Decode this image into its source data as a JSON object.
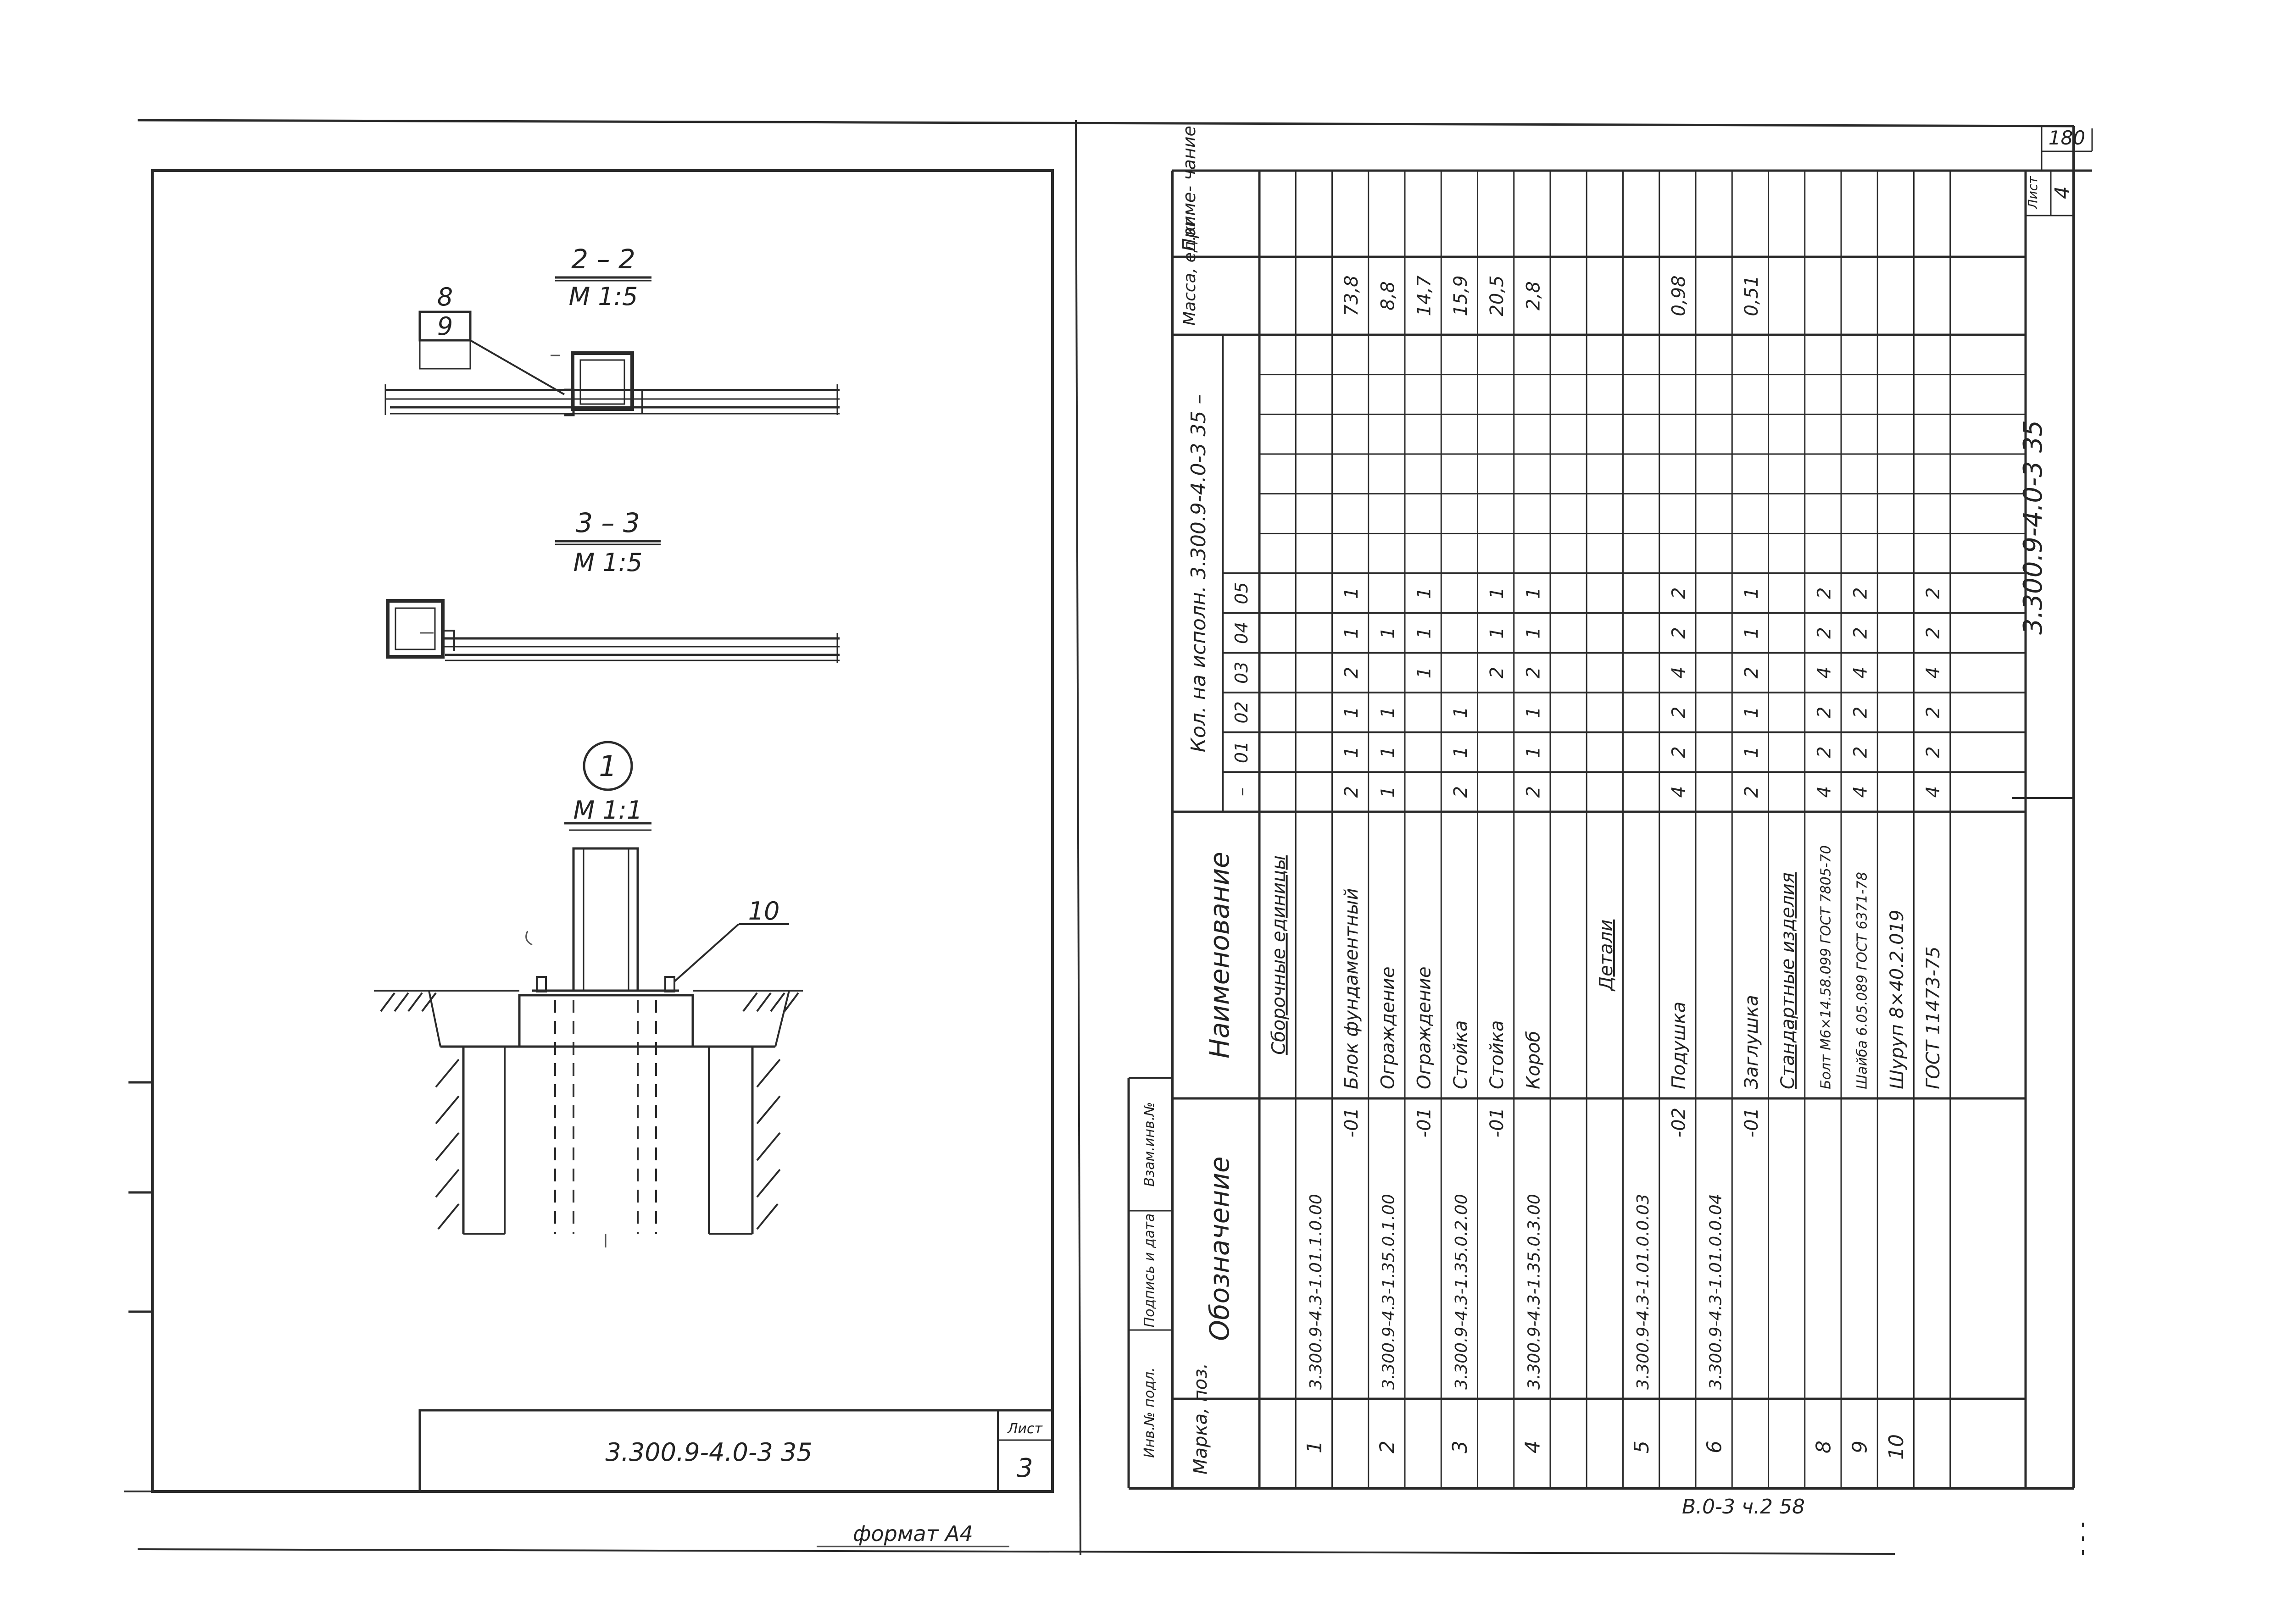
{
  "sheet_corner": "180",
  "left_sheet": {
    "code": "3.300.9-4.0-3 35",
    "list_label": "Лист",
    "list_number": "3",
    "format_label": "формат А4"
  },
  "views": {
    "s22": {
      "title": "2 – 2",
      "scale": "М 1:5",
      "callout_top": "8",
      "callout_bottom": "9"
    },
    "s33": {
      "title": "3 – 3",
      "scale": "М 1:5"
    },
    "d1": {
      "number": "1",
      "scale": "М 1:1",
      "callout": "10"
    }
  },
  "stamp_cells": [
    "Инв.№ подл.",
    "Подпись и дата",
    "Взам.инв.№"
  ],
  "spec": {
    "headers": {
      "mark": "Марка, поз.",
      "designation": "Обозначение",
      "name": "Наименование",
      "qty_group": "Кол. на исполн. 3.300.9-4.0-3 35 –",
      "mass": "Масса, ед.кг",
      "note": "Приме- чание"
    },
    "exec_columns": [
      "–",
      "01",
      "02",
      "03",
      "04",
      "05"
    ],
    "rows": [
      {
        "pos": "",
        "des": "",
        "name": "Сборочные единицы",
        "q": [
          "",
          "",
          "",
          "",
          "",
          ""
        ],
        "mass": "",
        "ul": true
      },
      {
        "pos": "1",
        "des": "3.300.9-4.3-1.01.1.0.00",
        "name": "",
        "q": [
          "",
          "",
          "",
          "",
          "",
          ""
        ],
        "mass": ""
      },
      {
        "pos": "",
        "des": "-01",
        "name": "Блок фундаментный",
        "q": [
          "2",
          "1",
          "1",
          "2",
          "1",
          "1"
        ],
        "mass": "73,8"
      },
      {
        "pos": "2",
        "des": "3.300.9-4.3-1.35.0.1.00",
        "name": "Ограждение",
        "q": [
          "1",
          "1",
          "1",
          "",
          "1",
          ""
        ],
        "mass": "8,8"
      },
      {
        "pos": "",
        "des": "-01",
        "name": "Ограждение",
        "q": [
          "",
          "",
          "",
          "1",
          "1",
          "1"
        ],
        "mass": "14,7"
      },
      {
        "pos": "3",
        "des": "3.300.9-4.3-1.35.0.2.00",
        "name": "Стойка",
        "q": [
          "2",
          "1",
          "1",
          "",
          "",
          ""
        ],
        "mass": "15,9"
      },
      {
        "pos": "",
        "des": "-01",
        "name": "Стойка",
        "q": [
          "",
          "",
          "",
          "2",
          "1",
          "1"
        ],
        "mass": "20,5"
      },
      {
        "pos": "4",
        "des": "3.300.9-4.3-1.35.0.3.00",
        "name": "Короб",
        "q": [
          "2",
          "1",
          "1",
          "2",
          "1",
          "1"
        ],
        "mass": "2,8"
      },
      {
        "pos": "",
        "des": "",
        "name": "",
        "q": [
          "",
          "",
          "",
          "",
          "",
          ""
        ],
        "mass": ""
      },
      {
        "pos": "",
        "des": "",
        "name": "Детали",
        "q": [
          "",
          "",
          "",
          "",
          "",
          ""
        ],
        "mass": "",
        "ul": true
      },
      {
        "pos": "5",
        "des": "3.300.9-4.3-1.01.0.0.03",
        "name": "",
        "q": [
          "",
          "",
          "",
          "",
          "",
          ""
        ],
        "mass": ""
      },
      {
        "pos": "",
        "des": "-02",
        "name": "Подушка",
        "q": [
          "4",
          "2",
          "2",
          "4",
          "2",
          "2"
        ],
        "mass": "0,98"
      },
      {
        "pos": "6",
        "des": "3.300.9-4.3-1.01.0.0.04",
        "name": "",
        "q": [
          "",
          "",
          "",
          "",
          "",
          ""
        ],
        "mass": ""
      },
      {
        "pos": "",
        "des": "-01",
        "name": "Заглушка",
        "q": [
          "2",
          "1",
          "1",
          "2",
          "1",
          "1"
        ],
        "mass": "0,51"
      },
      {
        "pos": "",
        "des": "",
        "name": "Стандартные изделия",
        "q": [
          "",
          "",
          "",
          "",
          "",
          ""
        ],
        "mass": "",
        "ul": true
      },
      {
        "pos": "8",
        "des": "",
        "name": "Болт М6×14.58.099 ГОСТ 7805-70",
        "q": [
          "4",
          "2",
          "2",
          "4",
          "2",
          "2"
        ],
        "mass": ""
      },
      {
        "pos": "9",
        "des": "",
        "name": "Шайба 6.05.089 ГОСТ 6371-78",
        "q": [
          "4",
          "2",
          "2",
          "4",
          "2",
          "2"
        ],
        "mass": ""
      },
      {
        "pos": "10",
        "des": "",
        "name": "Шуруп 8×40.2.019",
        "q": [
          "",
          "",
          "",
          "",
          "",
          ""
        ],
        "mass": ""
      },
      {
        "pos": "",
        "des": "",
        "name": "ГОСТ 11473-75",
        "q": [
          "4",
          "2",
          "2",
          "4",
          "2",
          "2"
        ],
        "mass": ""
      },
      {
        "pos": "",
        "des": "",
        "name": "",
        "q": [
          "",
          "",
          "",
          "",
          "",
          ""
        ],
        "mass": ""
      }
    ]
  },
  "right_title": {
    "code": "3.300.9-4.0-3 35",
    "list_label": "Лист",
    "list_number": "4"
  },
  "footer": "В.0-3  ч.2  58"
}
